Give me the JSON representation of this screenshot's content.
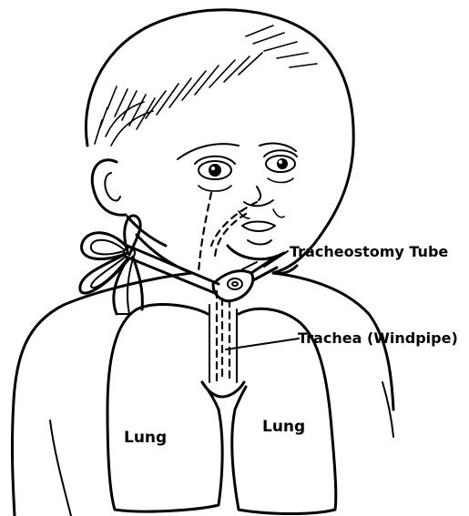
{
  "labels": {
    "tracheostomy_tube": "Tracheostomy Tube",
    "trachea": "Trachea (Windpipe)",
    "lung_left": "Lung",
    "lung_right": "Lung"
  }
}
